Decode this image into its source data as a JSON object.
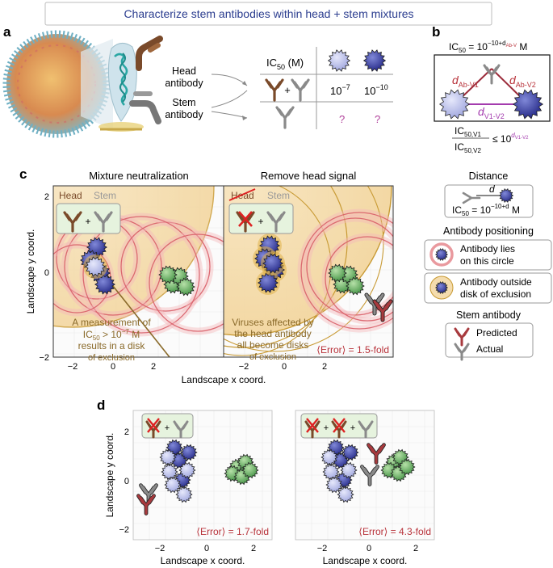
{
  "banner": {
    "title": "Characterize stem antibodies within head + stem mixtures"
  },
  "panel_labels": {
    "a": "a",
    "b": "b",
    "c": "c",
    "d": "d"
  },
  "panel_a": {
    "head_label_1": "Head",
    "head_label_2": "antibody",
    "stem_label_1": "Stem",
    "stem_label_2": "antibody",
    "ic50_header": "IC",
    "ic50_sub": "50",
    "ic50_unit": " (M)",
    "plus": "+",
    "row1_v1": "10",
    "row1_v1_exp": "−7",
    "row1_v2": "10",
    "row1_v2_exp": "−10",
    "row2_v1": "?",
    "row2_v2": "?"
  },
  "panel_b": {
    "formula_ic": "IC",
    "formula_sub": "50",
    "formula_eq": " = 10",
    "formula_exp": "−10+d",
    "formula_exp_sub": "Ab-V",
    "formula_unit": " M",
    "d_label": "d",
    "d_ab_v1_sub": "Ab-V1",
    "d_ab_v2_sub": "Ab-V2",
    "d_v1_v2_sub": "V1-V2",
    "ratio_num": "IC",
    "ratio_num_sub": "50,V1",
    "ratio_den": "IC",
    "ratio_den_sub": "50,V2",
    "ratio_leq": "≤ 10",
    "ratio_exp": "d",
    "ratio_exp_sub": "V1-V2"
  },
  "panel_c": {
    "left_title": "Mixture neutralization",
    "right_title": "Remove head signal",
    "head": "Head",
    "stem": "Stem",
    "left_note": [
      "A measurement of",
      "IC",
      "50",
      " > 10",
      "−7",
      " M",
      "results in a disk",
      "of exclusion"
    ],
    "right_note": [
      "Viruses affected by",
      "the head antibody",
      "all become disks",
      "of exclusion"
    ],
    "error_text": "⟨Error⟩ = 1.5-fold",
    "ylabel": "Landscape y coord.",
    "xlabel": "Landscape x coord.",
    "xticks": [
      "−2",
      "0",
      "2",
      "−2",
      "0",
      "2"
    ],
    "yticks": [
      "2",
      "0",
      "−2"
    ]
  },
  "legend": {
    "distance_title": "Distance",
    "d": "d",
    "ic50": "IC",
    "ic50_sub": "50",
    "ic50_eq": " = 10",
    "ic50_exp": "−10+d",
    "ic50_unit": " M",
    "positioning_title": "Antibody positioning",
    "circle_item_1": "Antibody lies",
    "circle_item_2": "on this circle",
    "disk_item_1": "Antibody outside",
    "disk_item_2": "disk of exclusion",
    "stem_title": "Stem antibody",
    "predicted": "Predicted",
    "actual": "Actual"
  },
  "panel_d": {
    "ylabel": "Landscape y coord.",
    "xlabel": "Landscape x coord.",
    "left_error": "⟨Error⟩ = 1.7-fold",
    "right_error": "⟨Error⟩ = 4.3-fold",
    "xticks": [
      "−2",
      "0",
      "2",
      "−2",
      "0",
      "2"
    ],
    "yticks": [
      "2",
      "0",
      "−2"
    ],
    "plus": "+"
  },
  "colors": {
    "title_blue": "#2b3d8f",
    "head_brown": "#7a4a2a",
    "stem_gray": "#7a7a7a",
    "red_label": "#b8323a",
    "magenta": "#b0409a",
    "ring_pink": "#e47f86",
    "disk_tan": "#f4dcae",
    "disk_edge": "#c89a34",
    "virus_dark": "#2a2f8f",
    "virus_light": "#9fa6de",
    "virus_green": "#4f9c50",
    "legend_green_bg": "#e6f3de"
  }
}
